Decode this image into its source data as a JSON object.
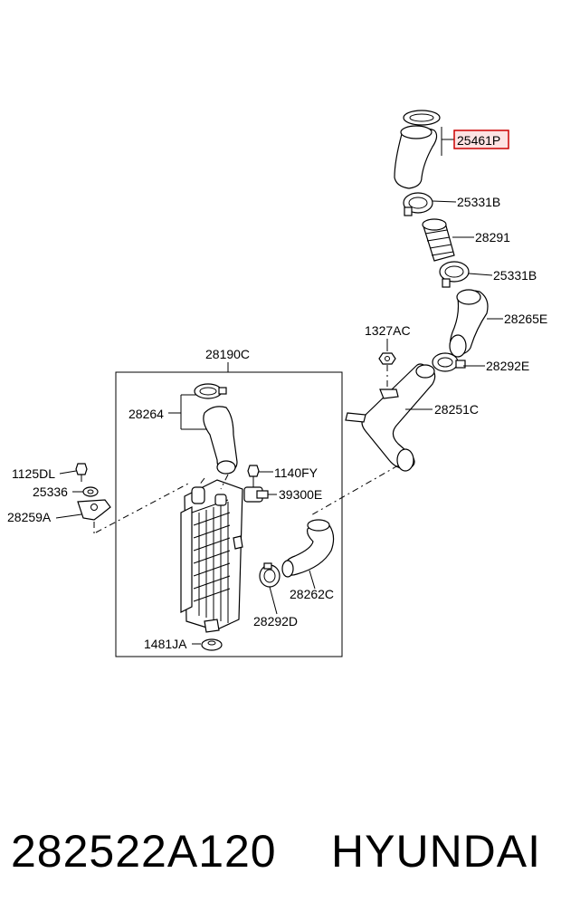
{
  "labels": {
    "l25461P": "25461P",
    "l25331B_top": "25331B",
    "l28291": "28291",
    "l25331B_bot": "25331B",
    "l28265E": "28265E",
    "l1327AC": "1327AC",
    "l28292E": "28292E",
    "l28251C": "28251C",
    "l28190C": "28190C",
    "l28264": "28264",
    "l1140FY": "1140FY",
    "l39300E": "39300E",
    "l1125DL": "1125DL",
    "l25336": "25336",
    "l28259A": "28259A",
    "l28262C": "28262C",
    "l28292D": "28292D",
    "l1481JA": "1481JA"
  },
  "highlight_color": "#cc0000",
  "highlight_fill": "#fde3e3",
  "footer": {
    "part_number": "282522A120",
    "brand": "HYUNDAI"
  }
}
